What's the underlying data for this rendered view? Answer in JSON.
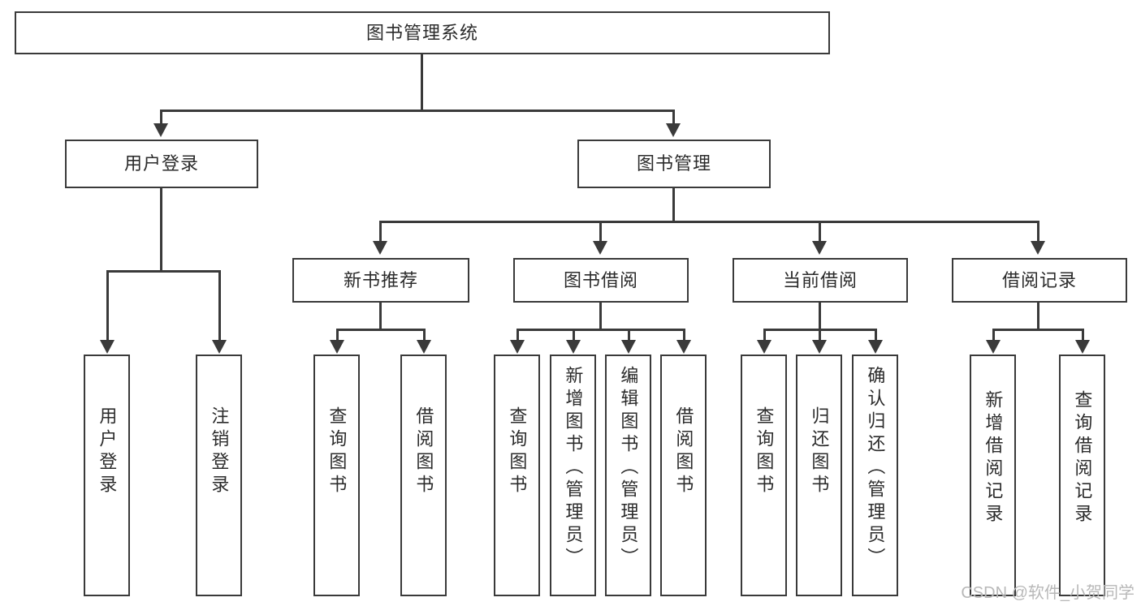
{
  "diagram": {
    "title": "图书管理系统",
    "root": {
      "label": "图书管理系统"
    },
    "level2": [
      {
        "label": "用户登录"
      },
      {
        "label": "图书管理"
      }
    ],
    "level3": [
      {
        "label": "新书推荐"
      },
      {
        "label": "图书借阅"
      },
      {
        "label": "当前借阅"
      },
      {
        "label": "借阅记录"
      }
    ],
    "leaves": [
      {
        "label": "用户登录"
      },
      {
        "label": "注销登录"
      },
      {
        "label": "查询图书"
      },
      {
        "label": "借阅图书"
      },
      {
        "label": "查询图书"
      },
      {
        "label": "新增图书（管理员）"
      },
      {
        "label": "编辑图书（管理员）"
      },
      {
        "label": "借阅图书"
      },
      {
        "label": "查询图书"
      },
      {
        "label": "归还图书"
      },
      {
        "label": "确认归还（管理员）"
      },
      {
        "label": "新增借阅记录"
      },
      {
        "label": "查询借阅记录"
      }
    ]
  },
  "watermark": {
    "text": "CSDN @软件_小贺同学"
  },
  "colors": {
    "stroke": "#3a3a3a",
    "text": "#2b2b2b",
    "background": "#ffffff",
    "watermark": "#b8b8b8"
  }
}
